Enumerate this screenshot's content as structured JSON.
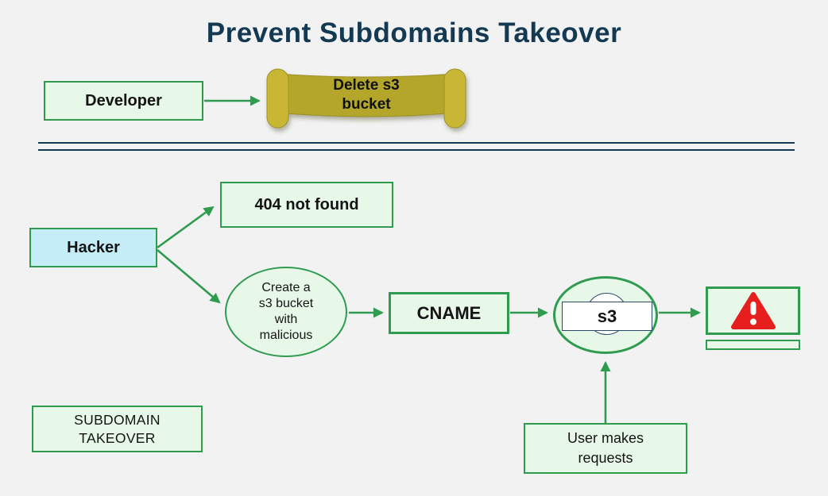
{
  "title": "Prevent Subdomains Takeover",
  "colors": {
    "background": "#f2f2f2",
    "accent_green": "#2f9b4f",
    "node_fill_green": "#e7f8e9",
    "hacker_fill_cyan": "#c5edf8",
    "title_navy": "#133a52",
    "scroll_body_olive": "#b3a62b",
    "scroll_end_yellow": "#c8b634",
    "warning_red": "#e61e1e"
  },
  "icons": {
    "warning": "warning-triangle"
  },
  "nodes": {
    "developer": {
      "label": "Developer"
    },
    "delete_s3": {
      "lines": [
        "Delete s3",
        "bucket"
      ]
    },
    "not_found": {
      "label": "404 not found"
    },
    "hacker": {
      "label": "Hacker"
    },
    "create_bucket": {
      "lines": [
        "Create a",
        "s3 bucket",
        "with",
        "malicious"
      ]
    },
    "cname": {
      "label": "CNAME"
    },
    "s3": {
      "label": "s3"
    },
    "user_requests": {
      "lines": [
        "User makes",
        "requests"
      ]
    },
    "subdomain_takeover": {
      "lines": [
        "SUBDOMAIN",
        "TAKEOVER"
      ]
    }
  }
}
